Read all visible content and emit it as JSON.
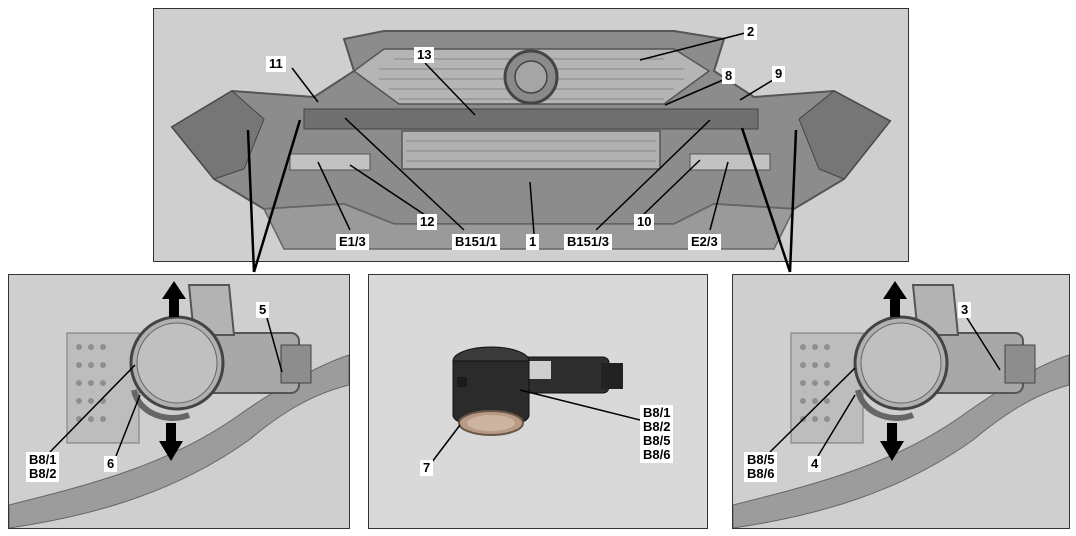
{
  "top_panel": {
    "labels": {
      "l1": "1",
      "l2": "2",
      "l8": "8",
      "l9": "9",
      "l10": "10",
      "l11": "11",
      "l12": "12",
      "l13": "13",
      "e13": "E1/3",
      "e23": "E2/3",
      "b1511": "B151/1",
      "b1513": "B151/3"
    }
  },
  "left_panel": {
    "labels": {
      "l5": "5",
      "l6": "6",
      "b81": "B8/1",
      "b82": "B8/2"
    }
  },
  "center_panel": {
    "labels": {
      "l7": "7",
      "b81": "B8/1",
      "b82": "B8/2",
      "b85": "B8/5",
      "b86": "B8/6"
    }
  },
  "right_panel": {
    "labels": {
      "l3": "3",
      "l4": "4",
      "b85": "B8/5",
      "b86": "B8/6"
    }
  },
  "colors": {
    "panel_bg": "#cfcfcf",
    "line": "#000000",
    "label_bg": "#ffffff"
  }
}
